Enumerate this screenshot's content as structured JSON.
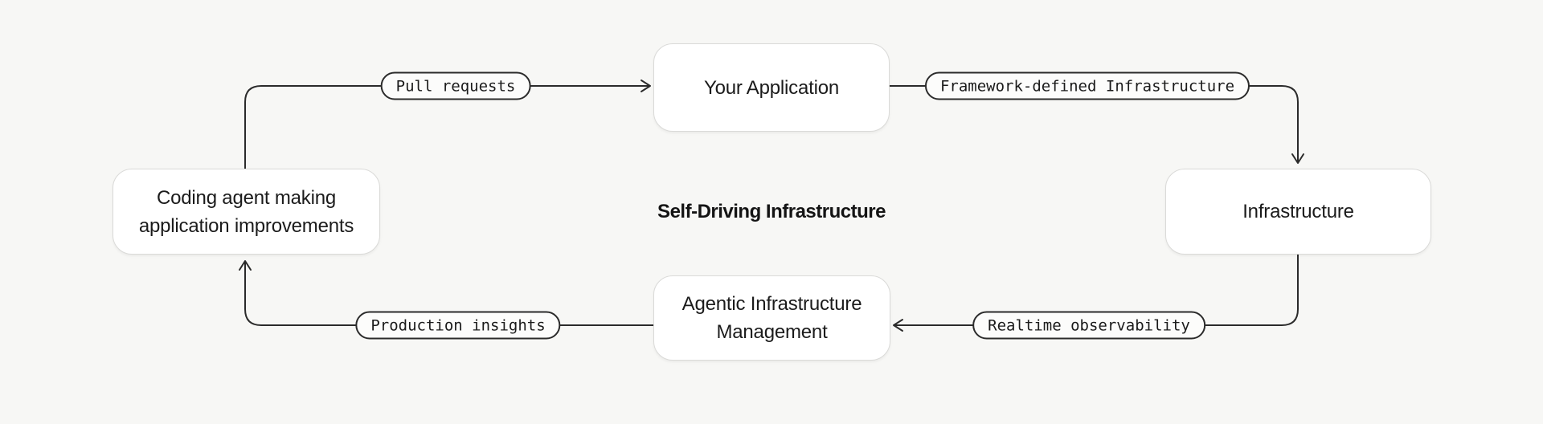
{
  "colors": {
    "background": "#f7f7f5",
    "node_fill": "#ffffff",
    "node_border": "#dadad8",
    "line": "#2b2b2b",
    "text": "#1b1b1b"
  },
  "diagram": {
    "title": "Self-Driving Infrastructure",
    "nodes": [
      {
        "id": "your-application",
        "label": "Your Application"
      },
      {
        "id": "infrastructure",
        "label": "Infrastructure"
      },
      {
        "id": "agentic-infrastructure-management",
        "label": "Agentic Infrastructure Management"
      },
      {
        "id": "coding-agent",
        "label": "Coding agent making application improvements"
      }
    ],
    "edges": [
      {
        "from": "coding-agent",
        "to": "your-application",
        "label": "Pull requests"
      },
      {
        "from": "your-application",
        "to": "infrastructure",
        "label": "Framework-defined Infrastructure"
      },
      {
        "from": "infrastructure",
        "to": "agentic-infrastructure-management",
        "label": "Realtime observability"
      },
      {
        "from": "agentic-infrastructure-management",
        "to": "coding-agent",
        "label": "Production insights"
      }
    ]
  }
}
